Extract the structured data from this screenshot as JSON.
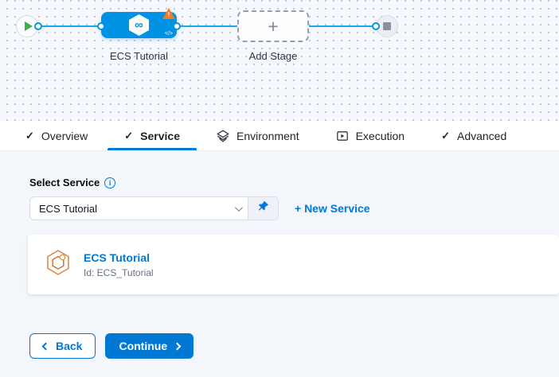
{
  "canvas": {
    "stage_label": "ECS Tutorial",
    "add_stage_label": "Add Stage",
    "plus_glyph": "+"
  },
  "icons": {
    "check": "✓",
    "infinity": "∞",
    "code": "</>",
    "warning": "!",
    "info": "i"
  },
  "tabs": [
    {
      "label": "Overview",
      "active": false
    },
    {
      "label": "Service",
      "active": true
    },
    {
      "label": "Environment",
      "active": false
    },
    {
      "label": "Execution",
      "active": false
    },
    {
      "label": "Advanced",
      "active": false
    }
  ],
  "service_form": {
    "label": "Select Service",
    "selected_value": "ECS Tutorial",
    "new_service_link": "+ New Service",
    "card": {
      "title": "ECS Tutorial",
      "id": "Id: ECS_Tutorial"
    }
  },
  "footer": {
    "back_label": "Back",
    "continue_label": "Continue"
  },
  "colors": {
    "accent_blue": "#0278d5",
    "node_blue": "#0092e4",
    "edge_blue": "#18a9f0",
    "warning_orange": "#f17a24",
    "play_green": "#3fae49",
    "canvas_bg": "#f5f9fd",
    "content_bg": "#f3f6fa"
  }
}
